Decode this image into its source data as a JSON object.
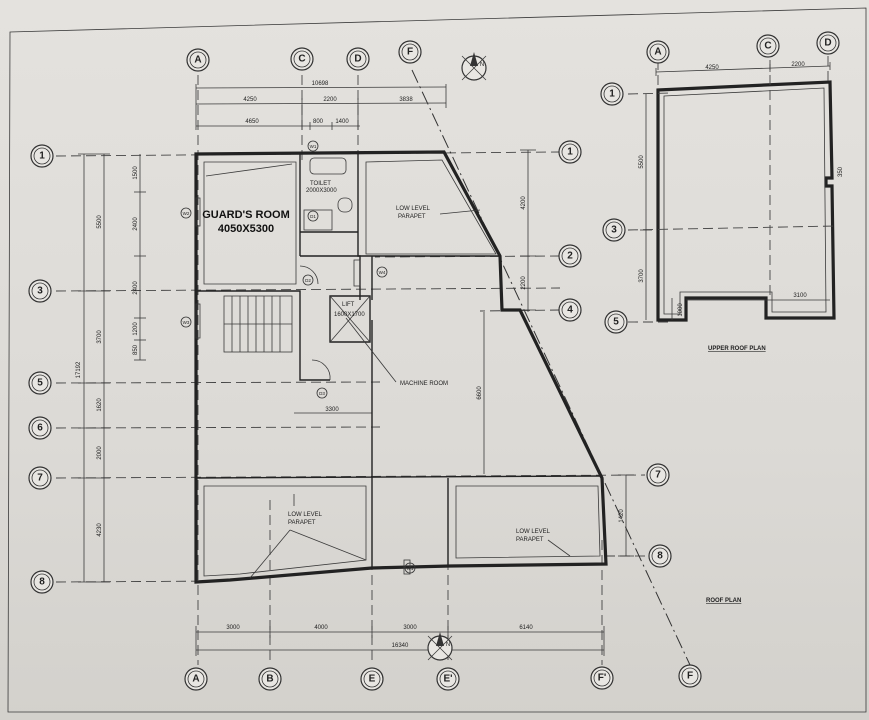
{
  "drawing": {
    "guards_room_label": "GUARD'S ROOM",
    "guards_room_size": "4050X5300",
    "toilet_label": "TOILET",
    "toilet_size": "2000X3000",
    "lift_label": "LIFT",
    "lift_size": "1600X1700",
    "machine_room_label": "MACHINE ROOM",
    "low_level_parapet_line1": "LOW LEVEL",
    "low_level_parapet_line2": "PARAPET",
    "upper_roof_plan_title": "UPPER ROOF PLAN",
    "roof_plan_title": "ROOF PLAN",
    "north_letter": "N"
  },
  "grid_labels": {
    "top": [
      "A",
      "C",
      "D",
      "F"
    ],
    "bottom": [
      "A",
      "B",
      "E",
      "E'",
      "F'",
      "F"
    ],
    "left": [
      "1",
      "3",
      "5",
      "6",
      "7",
      "8"
    ],
    "right": [
      "1",
      "2",
      "4",
      "7",
      "8"
    ],
    "upper_top": [
      "A",
      "C",
      "D"
    ],
    "upper_left": [
      "1",
      "3",
      "5"
    ]
  },
  "dims": {
    "top_overall": "10698",
    "top_a_c": "4250",
    "top_c_d": "2200",
    "top_d_f": "3838",
    "top2_a": "4650",
    "top2_b": "800",
    "top2_c": "1400",
    "left_overall": "17192",
    "left_5500": "5500",
    "left_3700": "3700",
    "left_1620": "1620",
    "left_2000": "2000",
    "left_4230": "4230",
    "left2_1500": "1500",
    "left2_2400": "2400",
    "left2_2400b": "2400",
    "left2_1200": "1200",
    "left2_850": "850",
    "right_4200": "4200",
    "right_2200": "2200",
    "mid_6600": "6600",
    "mid_3300": "3300",
    "right_1420": "1420",
    "bottom_3000": "3000",
    "bottom_4000": "4000",
    "bottom_3000b": "3000",
    "bottom_6140": "6140",
    "bottom_overall": "16340",
    "upper_4250": "4250",
    "upper_2200": "2200",
    "upper_5500": "5500",
    "upper_3700": "3700",
    "upper_1000": "1000",
    "upper_3100": "3100",
    "upper_350": "350"
  },
  "tags": {
    "w1": "W1",
    "w2": "W2",
    "w3": "W3",
    "w4": "W4",
    "d1": "D1",
    "d2": "D2",
    "d3": "D3",
    "w1b": "W1"
  }
}
